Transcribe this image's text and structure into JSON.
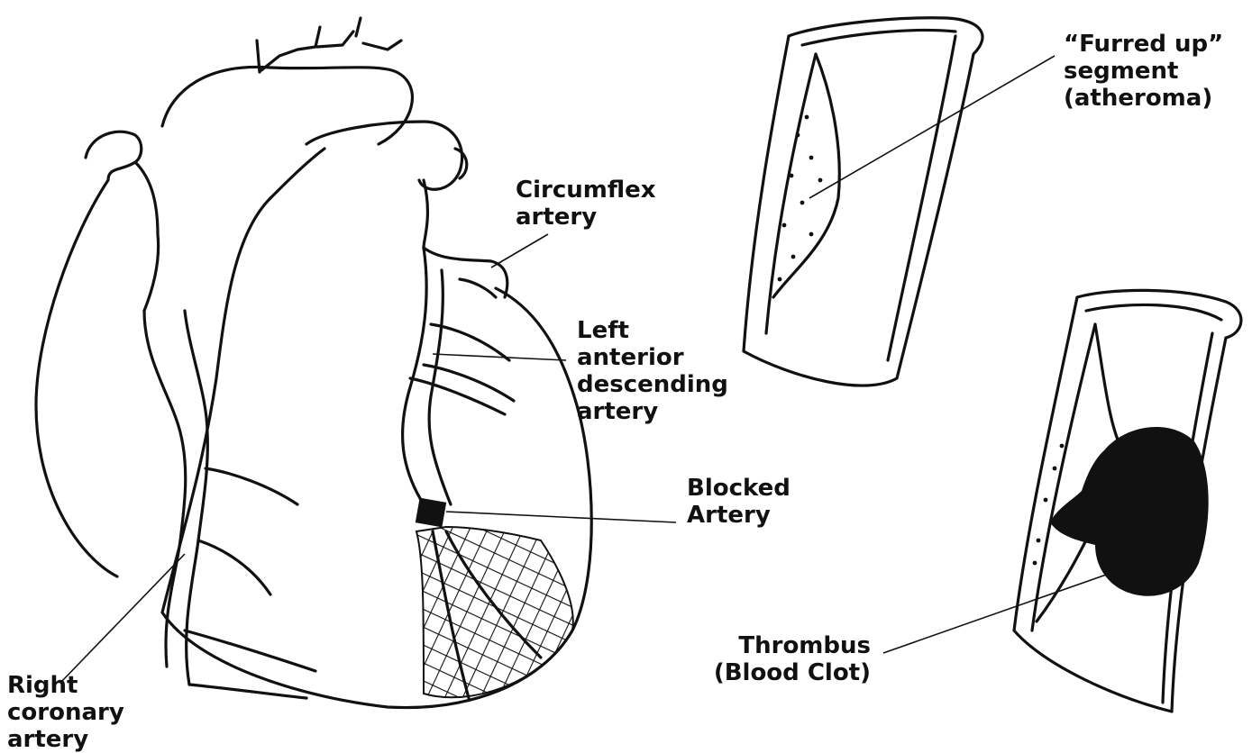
{
  "labels": {
    "circumflex": [
      "Circumflex",
      "artery"
    ],
    "lad": [
      "Left",
      "anterior",
      "descending",
      "artery"
    ],
    "blocked": [
      "Blocked",
      "Artery"
    ],
    "rca": [
      "Right",
      "coronary",
      "artery"
    ],
    "furred": [
      "“Furred up”",
      "segment",
      "(atheroma)"
    ],
    "thrombus": [
      "Thrombus",
      "(Blood Clot)"
    ]
  },
  "colors": {
    "ink": "#111111",
    "background": "#ffffff"
  }
}
